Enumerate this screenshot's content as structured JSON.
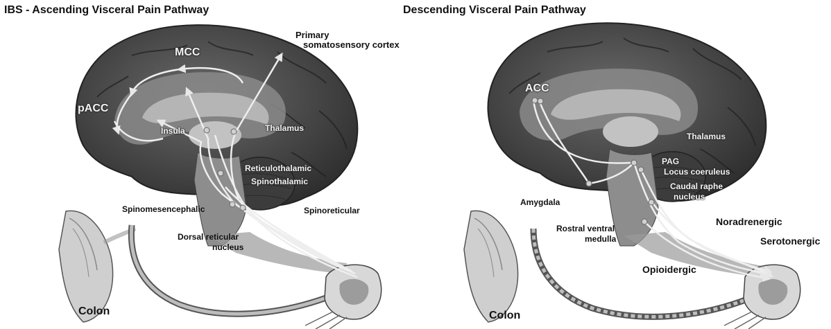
{
  "ascending": {
    "title": "IBS - Ascending Visceral Pain Pathway",
    "labels": {
      "primary_cortex_1": "Primary",
      "primary_cortex_2": "somatosensory cortex",
      "mcc": "MCC",
      "pacc": "pACC",
      "insula": "Insula",
      "thalamus": "Thalamus",
      "reticulothalamic": "Reticulothalamic",
      "spinothalamic": "Spinothalamic",
      "spinomesencephalic": "Spinomesencephalic",
      "spinoreticular": "Spinoreticular",
      "dorsal_reticular_1": "Dorsal reticular",
      "dorsal_reticular_2": "nucleus",
      "colon": "Colon"
    }
  },
  "descending": {
    "title": "Descending Visceral Pain Pathway",
    "labels": {
      "acc": "ACC",
      "thalamus": "Thalamus",
      "pag": "PAG",
      "locus_coeruleus": "Locus coeruleus",
      "caudal_raphe_1": "Caudal raphe",
      "caudal_raphe_2": "nucleus",
      "amygdala": "Amygdala",
      "rvm_1": "Rostral ventral",
      "rvm_2": "medulla",
      "noradrenergic": "Noradrenergic",
      "serotonergic": "Serotonergic",
      "opioidergic": "Opioidergic",
      "colon": "Colon"
    }
  }
}
